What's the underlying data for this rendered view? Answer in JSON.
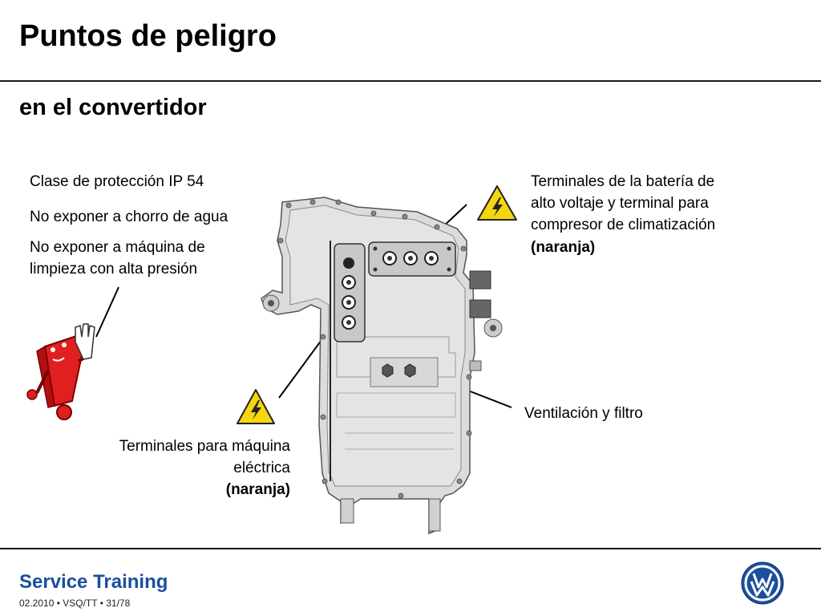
{
  "title": "Puntos de peligro",
  "subtitle": "en el convertidor",
  "left_notes": {
    "line1": "Clase de protección IP 54",
    "line2": "No exponer a chorro de agua",
    "line3a": "No exponer a máquina de",
    "line3b": "limpieza con alta presión"
  },
  "battery_terminals": {
    "line1": "Terminales de la batería de",
    "line2": "alto voltaje y terminal para",
    "line3": "compresor de climatización",
    "emphasis": "(naranja)"
  },
  "motor_terminals": {
    "line1": "Terminales para máquina",
    "line2": "eléctrica",
    "emphasis": "(naranja)"
  },
  "ventilation": {
    "label": "Ventilación y filtro"
  },
  "footer": {
    "brand": "Service Training",
    "meta": "02.2010 • VSQ/TT • 31/78",
    "logo_icon": "vw-logo-icon"
  },
  "colors": {
    "warning": "#f5d60f",
    "accent": "#1b4f9c",
    "alert": "#e02020"
  }
}
